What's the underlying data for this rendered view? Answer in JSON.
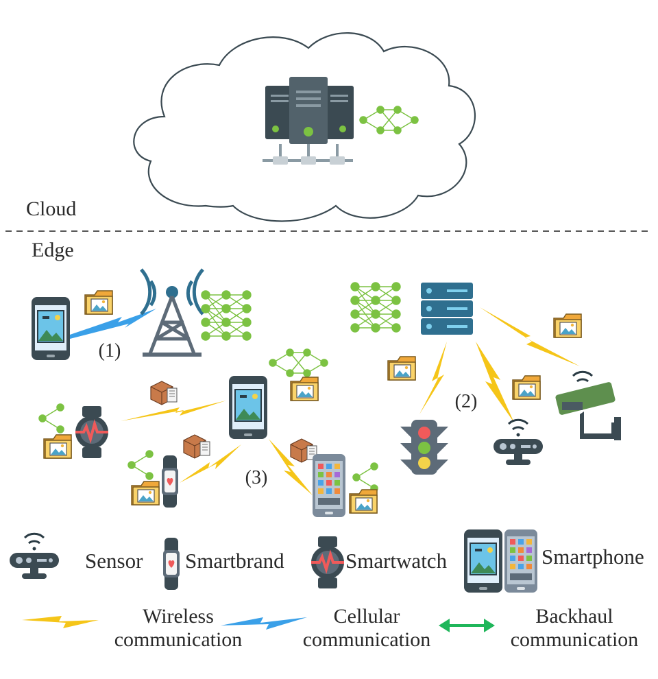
{
  "zones": {
    "cloud": "Cloud",
    "edge": "Edge"
  },
  "annotations": {
    "path1": "(1)",
    "path2": "(2)",
    "path3": "(3)"
  },
  "legend": {
    "devices": [
      {
        "icon": "sensor-icon",
        "label": "Sensor"
      },
      {
        "icon": "smartband-icon",
        "label": "Smartbrand"
      },
      {
        "icon": "smartwatch-icon",
        "label": "Smartwatch"
      },
      {
        "icon": "smartphone-icon",
        "label": "Smartphone"
      }
    ],
    "links": [
      {
        "icon": "wireless-bolt-icon",
        "line1": "Wireless",
        "line2": "communication",
        "color": "#f5c518"
      },
      {
        "icon": "cellular-bolt-icon",
        "line1": "Cellular",
        "line2": "communication",
        "color": "#3aa0e8"
      },
      {
        "icon": "backhaul-arrow-icon",
        "line1": "Backhaul",
        "line2": "communication",
        "color": "#1fb65a"
      }
    ]
  },
  "colors": {
    "server_dark": "#3b4a52",
    "node_green": "#7cc242",
    "edge_server": "#2f6f8f",
    "folder": "#f3b63c",
    "wireless": "#f5c518",
    "cellular": "#3aa0e8",
    "backhaul": "#1fb65a"
  }
}
